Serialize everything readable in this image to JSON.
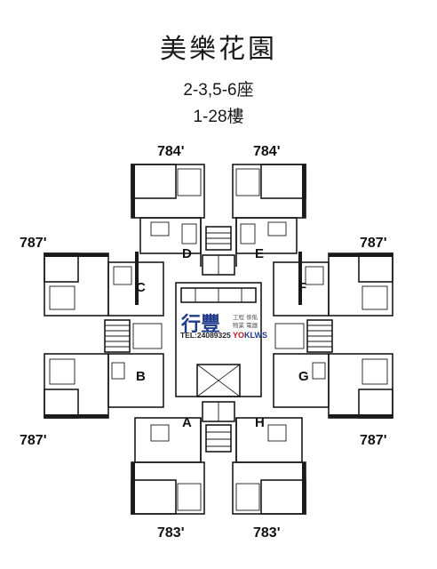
{
  "header": {
    "estate_name": "美樂花園",
    "blocks": "2-3,5-6座",
    "floors": "1-28樓"
  },
  "units": {
    "A": "A",
    "B": "B",
    "C": "C",
    "D": "D",
    "E": "E",
    "F": "F",
    "G": "G",
    "H": "H"
  },
  "areas": {
    "top_left": "784'",
    "top_right": "784'",
    "upper_left": "787'",
    "upper_right": "787'",
    "lower_left": "787'",
    "lower_right": "787'",
    "bottom_left": "783'",
    "bottom_right": "783'"
  },
  "watermark": {
    "logo_text": "行豐",
    "line1": "工程 傢俬",
    "line2": "物業 電器",
    "tel": "TEL:24089325",
    "brand_red": "YO",
    "brand_blue": "KLWS"
  },
  "colors": {
    "ink": "#1a1a1a",
    "logo_blue": "#223a8a",
    "logo_red": "#c0161d"
  }
}
